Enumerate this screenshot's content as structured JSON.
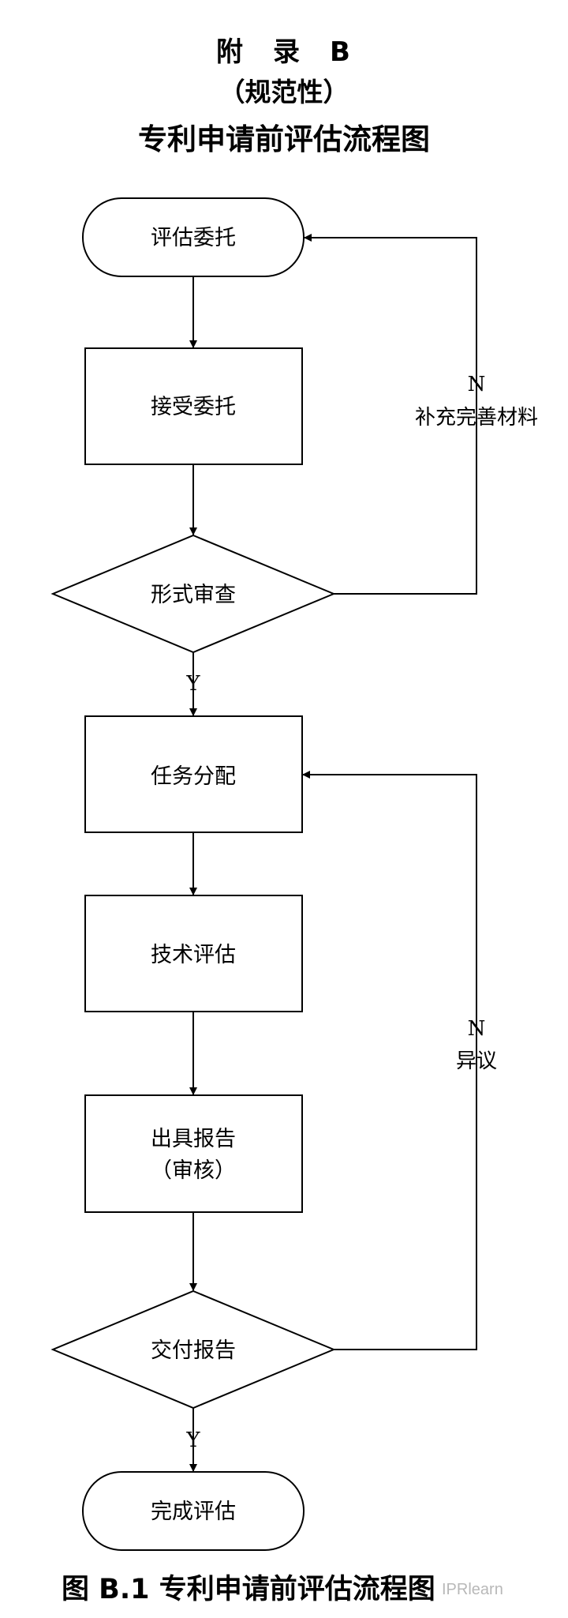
{
  "header": {
    "line1": "附　录　B",
    "line2": "（规范性）",
    "line3": "专利申请前评估流程图"
  },
  "nodes": {
    "entrust": "评估委托",
    "accept": "接受委托",
    "formal_review": "形式审查",
    "assign": "任务分配",
    "tech_eval": "技术评估",
    "report_line1": "出具报告",
    "report_line2": "（审核）",
    "deliver": "交付报告",
    "complete": "完成评估"
  },
  "edges": {
    "no1": "N",
    "supplement": "补充完善材料",
    "yes1": "Y",
    "no2": "N",
    "objection": "异议",
    "yes2": "Y"
  },
  "caption": "图 B.1  专利申请前评估流程图",
  "watermark": "IPRlearn"
}
